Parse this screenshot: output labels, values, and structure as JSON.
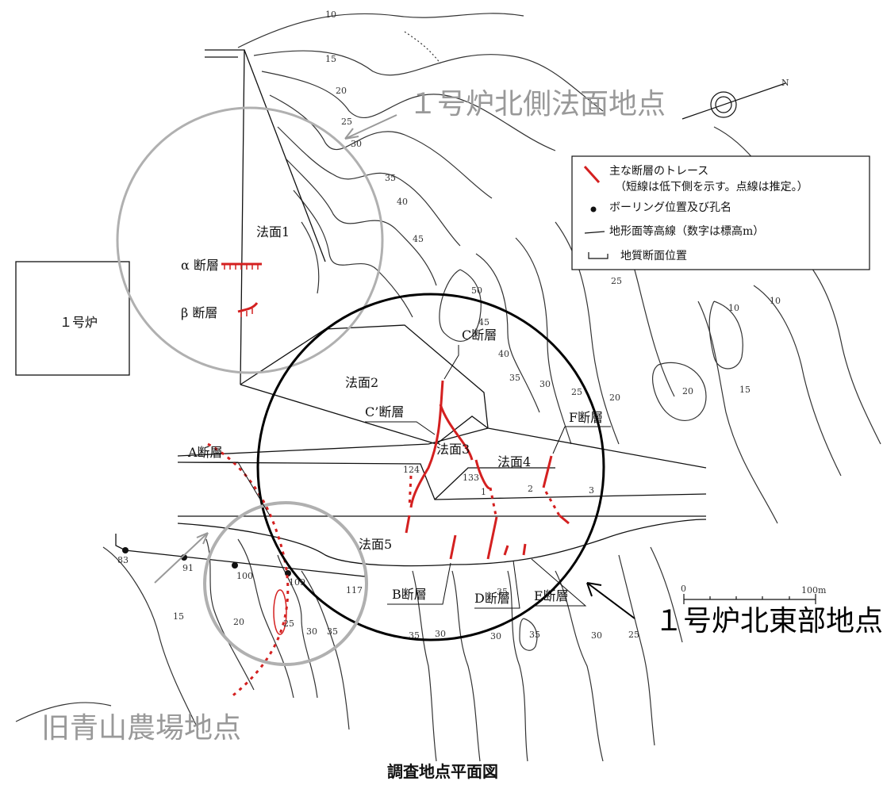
{
  "title": "調査地点平面図",
  "sites": {
    "north_slope": "１号炉北側法面地点",
    "northeast": "１号炉北東部地点",
    "aoyama_farm": "旧青山農場地点"
  },
  "reactor_label": "１号炉",
  "slopes": [
    "法面1",
    "法面2",
    "法面3",
    "法面4",
    "法面5"
  ],
  "faults": {
    "alpha": "α 断層",
    "beta": "β 断層",
    "a": "A断層",
    "b": "B断層",
    "c": "C断層",
    "c_prime": "C’断層",
    "d": "D断層",
    "e": "E断層",
    "f": "F断層"
  },
  "legend": {
    "fault_trace": "主な断層のトレース",
    "fault_trace_note": "（短線は低下側を示す。点線は推定。）",
    "boring": "ボーリング位置及び孔名",
    "contour": "地形面等高線（数字は標高m）",
    "section": "地質断面位置"
  },
  "scale": {
    "zero": "0",
    "max": "100m"
  },
  "north_arrow": "N",
  "contour_labels": [
    "10",
    "15",
    "20",
    "25",
    "30",
    "35",
    "40",
    "45",
    "50",
    "45",
    "40",
    "35",
    "30",
    "25",
    "20",
    "15",
    "10",
    "10",
    "25",
    "20",
    "30",
    "35",
    "25",
    "20",
    "15",
    "35",
    "30",
    "30",
    "35",
    "30",
    "25",
    "35"
  ],
  "boreholes": [
    "83",
    "91",
    "100",
    "109",
    "117",
    "124",
    "133",
    "1",
    "2",
    "3"
  ],
  "colors": {
    "fault": "#d42020",
    "site_circle_gray": "#b0b0b0",
    "site_circle_black": "#000000"
  }
}
